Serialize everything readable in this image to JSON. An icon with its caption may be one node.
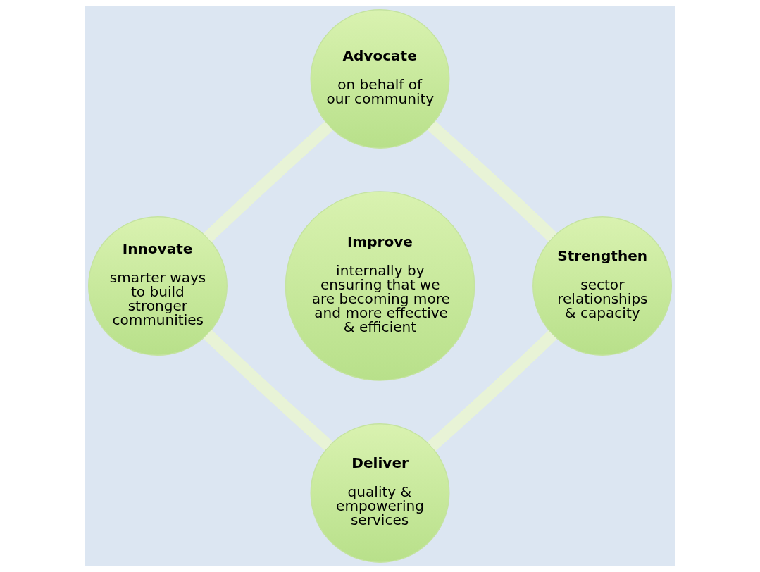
{
  "diagram": {
    "nodes": [
      {
        "text": [
          "Advocate",
          "on behalf of our community"
        ]
      },
      {
        "text": [
          "Innovate",
          "smarter ways to build stronger communities"
        ]
      },
      {
        "text": [
          "Improve",
          "internally by ensuring that we are becoming more and more effective & efficient"
        ]
      },
      {
        "text": [
          "Strengthen",
          "sector relationships & capacity"
        ]
      },
      {
        "text": [
          "Deliver",
          "quality & empowering services"
        ]
      }
    ],
    "edges": [
      {
        "from": 0,
        "to": 3,
        "arrow": "none"
      },
      {
        "from": 3,
        "to": 4,
        "arrow": "none"
      },
      {
        "from": 4,
        "to": 1,
        "arrow": "none"
      },
      {
        "from": 1,
        "to": 0,
        "arrow": "none"
      }
    ]
  }
}
